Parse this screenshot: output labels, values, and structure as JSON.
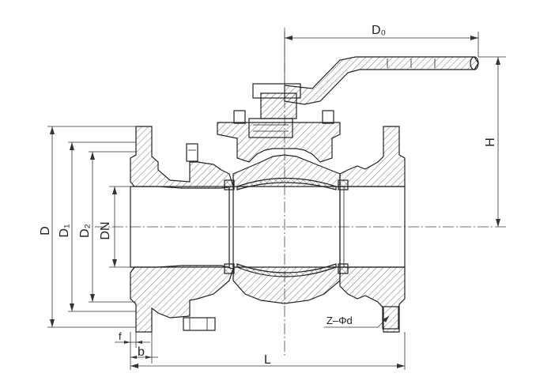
{
  "dimensions": {
    "D": "D",
    "D1": "D₁",
    "D2": "D₂",
    "DN": "DN",
    "D0": "D₀",
    "H": "H",
    "L": "L",
    "f": "f",
    "b": "b",
    "bolts": "Z–Φd"
  }
}
